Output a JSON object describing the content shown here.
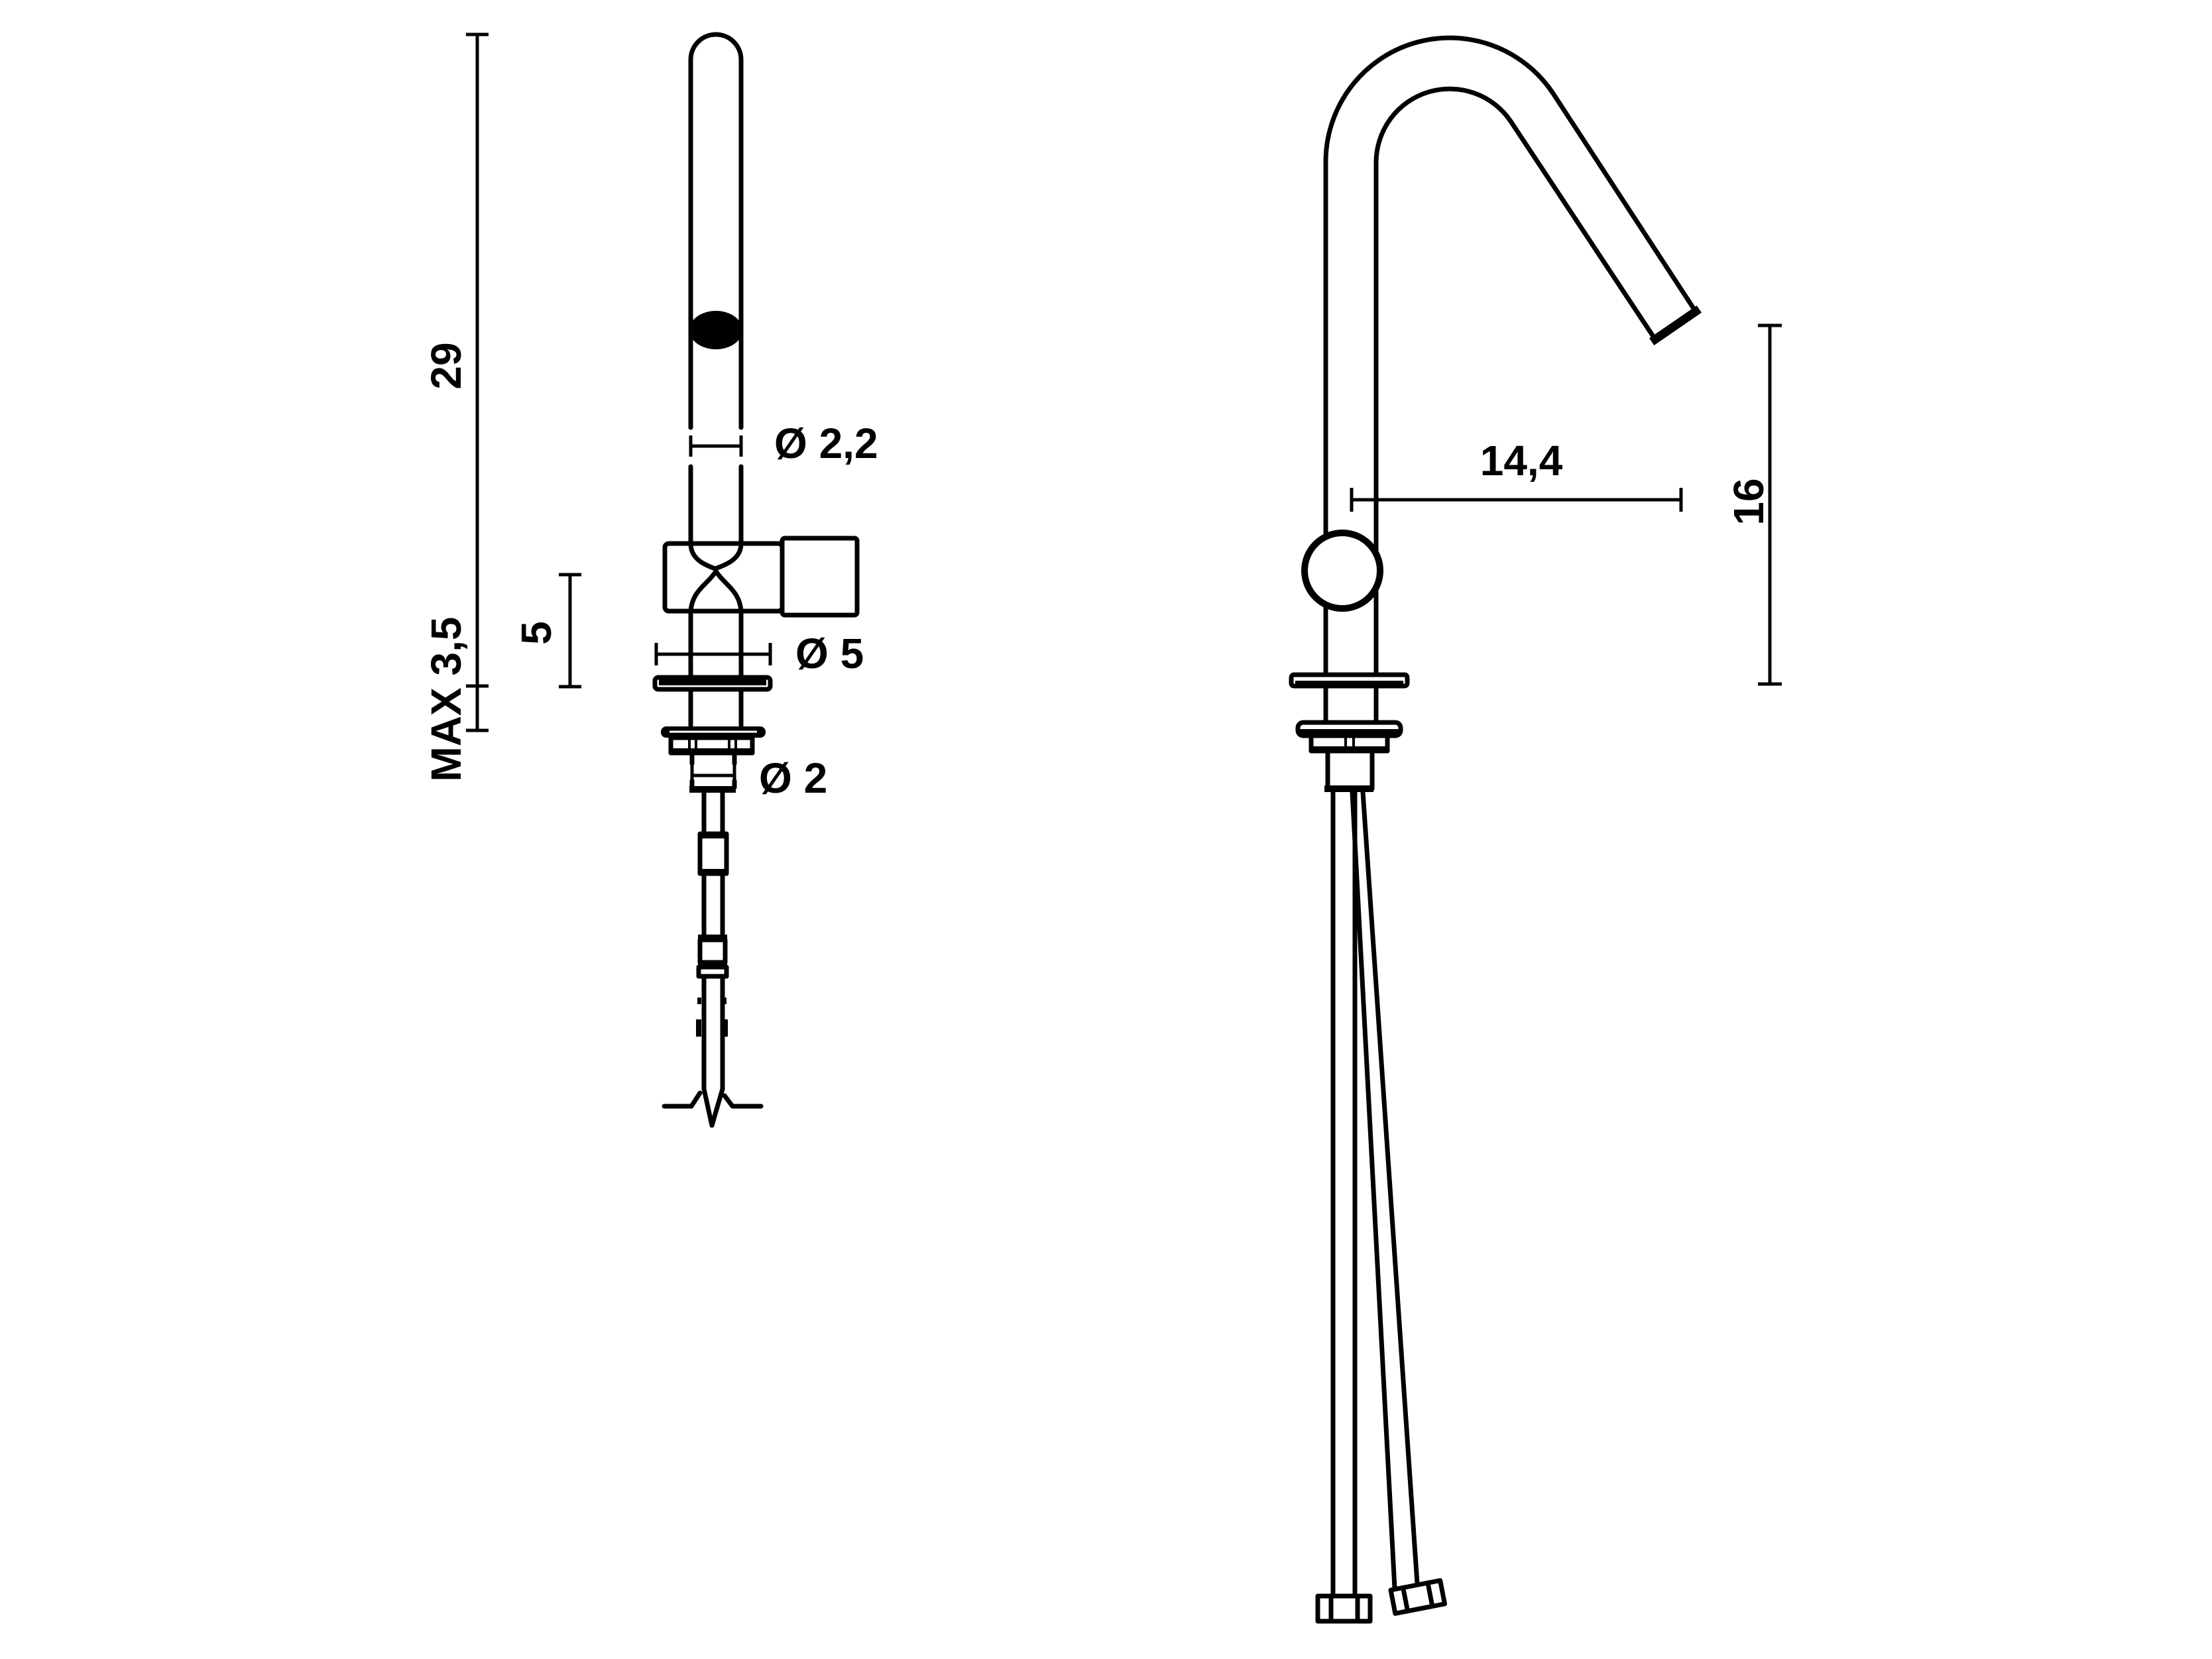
{
  "drawing": {
    "type": "faucet-dimension-drawing",
    "units": "cm",
    "colors": {
      "line": "#000000",
      "background": "#ffffff"
    },
    "front_view": {
      "height_label": "29",
      "max_counter_thickness_label": "MAX 3,5",
      "body_axis_height_label": "5",
      "flange_diameter_label": "Ø 5",
      "spout_tube_diameter_label": "Ø 2,2",
      "shank_diameter_label": "Ø 2",
      "height_value": 29,
      "max_counter_thickness_value": 3.5,
      "body_axis_height_value": 5,
      "flange_diameter_value": 5,
      "spout_tube_diameter_value": 2.2,
      "shank_diameter_value": 2
    },
    "side_view": {
      "spout_reach_label": "14,4",
      "spout_height_label": "16",
      "spout_reach_value": 14.4,
      "spout_height_value": 16
    }
  }
}
